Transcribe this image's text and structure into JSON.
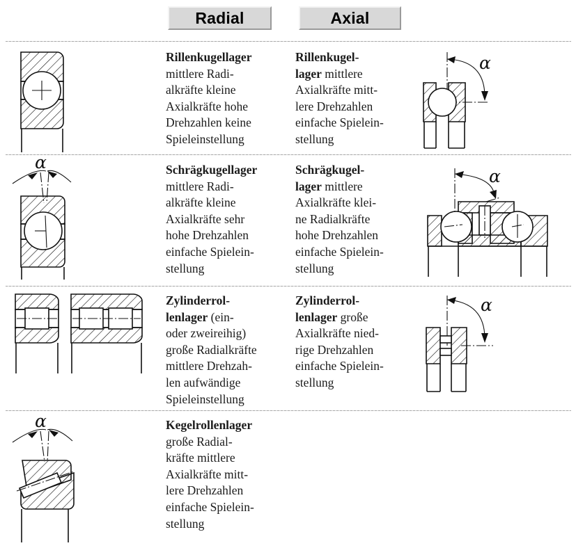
{
  "header": {
    "tabs": [
      {
        "id": "radial",
        "label": "Radial"
      },
      {
        "id": "axial",
        "label": "Axial"
      }
    ]
  },
  "angle_symbol": "α",
  "rows": [
    {
      "id": "rillenkugellager",
      "radial": {
        "title": "Rillenkugellager",
        "title_lines": [
          "Rillenkugellager"
        ],
        "body": "mittlere Radialkräfte kleine Axialkräfte hohe Drehzahlen keine Spieleinstellung",
        "lines": [
          "mittlere Radi-",
          "alkräfte kleine",
          "Axialkräfte hohe",
          "Drehzahlen keine",
          "Spieleinstellung"
        ],
        "figure": "deep-groove-ball-bearing-radial"
      },
      "axial": {
        "title": "Rillenkugellager",
        "title_lines": [
          "Rillenkugel-",
          "lager"
        ],
        "body": "mittlere Axialkräfte mittlere Drehzahlen einfache Spieleinstellung",
        "lines": [
          "mittlere",
          "Axialkräfte mitt-",
          "lere Drehzahlen",
          "einfache Spielein-",
          "stellung"
        ],
        "figure": "deep-groove-ball-bearing-axial"
      }
    },
    {
      "id": "schraegkugellager",
      "radial": {
        "title": "Schrägkugellager",
        "title_lines": [
          "Schrägkugellager"
        ],
        "body": "mittlere Radialkräfte kleine Axialkräfte sehr hohe Drehzahlen einfache Spieleinstellung",
        "lines": [
          "mittlere Radi-",
          "alkräfte kleine",
          "Axialkräfte sehr",
          "hohe Drehzahlen",
          "einfache Spielein-",
          "stellung"
        ],
        "figure": "angular-contact-ball-bearing-radial"
      },
      "axial": {
        "title": "Schrägkugellager",
        "title_lines": [
          "Schrägkugel-",
          "lager"
        ],
        "body": "mittlere Axialkräfte kleine Radialkräfte hohe Drehzahlen einfache Spieleinstellung",
        "lines": [
          "mittlere",
          "Axialkräfte klei-",
          "ne Radialkräfte",
          "hohe Drehzahlen",
          "einfache Spielein-",
          "stellung"
        ],
        "figure": "angular-contact-ball-bearing-axial"
      }
    },
    {
      "id": "zylinderrollenlager",
      "radial": {
        "title": "Zylinderrollenlager",
        "title_lines": [
          "Zylinderrol-",
          "lenlager"
        ],
        "body": "(ein- oder zweireihig) große Radialkräfte mittlere Drehzahlen aufwändige Spieleinstellung",
        "lines": [
          "(ein-",
          "oder zweireihig)",
          "große Radialkräfte",
          "mittlere Drehzah-",
          "len aufwändige",
          "Spieleinstellung"
        ],
        "figure": "cylindrical-roller-bearing-radial"
      },
      "axial": {
        "title": "Zylinderrollenlager",
        "title_lines": [
          "Zylinderrol-",
          "lenlager"
        ],
        "body": "große Axialkräfte niedrige Drehzahlen einfache Spieleinstellung",
        "lines": [
          "große",
          "Axialkräfte nied-",
          "rige Drehzahlen",
          "einfache Spielein-",
          "stellung"
        ],
        "figure": "cylindrical-roller-bearing-axial"
      }
    },
    {
      "id": "kegelrollenlager",
      "radial": {
        "title": "Kegelrollenlager",
        "title_lines": [
          "Kegelrollenlager"
        ],
        "body": "große Radialkräfte mittlere Axialkräfte mittlere Drehzahlen einfache Spieleinstellung",
        "lines": [
          "große Radial-",
          "kräfte mittlere",
          "Axialkräfte mitt-",
          "lere Drehzahlen",
          "einfache Spielein-",
          "stellung"
        ],
        "figure": "tapered-roller-bearing-radial"
      },
      "axial": null
    }
  ],
  "colors": {
    "tab_face": "#d8d8d8",
    "line": "#111111",
    "separator": "#b0b0b0",
    "text": "#1b1b1b"
  }
}
